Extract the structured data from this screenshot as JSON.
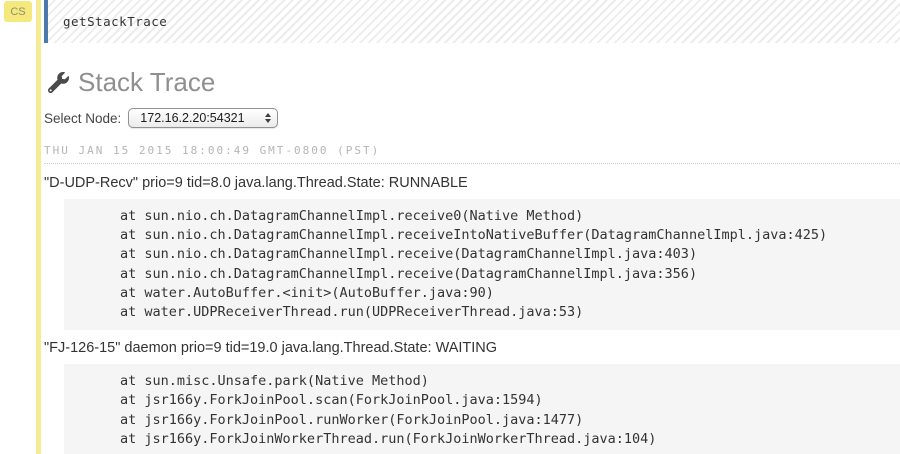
{
  "cell": {
    "badge": "CS",
    "input": "getStackTrace"
  },
  "header": {
    "title": "Stack Trace",
    "icon": "wrench-icon"
  },
  "node_selector": {
    "label": "Select Node:",
    "selected_option": "172.16.2.20:54321"
  },
  "timestamp": "THU JAN 15 2015 18:00:49 GMT-0800 (PST)",
  "threads": [
    {
      "header": "\"D-UDP-Recv\" prio=9 tid=8.0 java.lang.Thread.State: RUNNABLE",
      "frames": [
        "at sun.nio.ch.DatagramChannelImpl.receive0(Native Method)",
        "at sun.nio.ch.DatagramChannelImpl.receiveIntoNativeBuffer(DatagramChannelImpl.java:425)",
        "at sun.nio.ch.DatagramChannelImpl.receive(DatagramChannelImpl.java:403)",
        "at sun.nio.ch.DatagramChannelImpl.receive(DatagramChannelImpl.java:356)",
        "at water.AutoBuffer.<init>(AutoBuffer.java:90)",
        "at water.UDPReceiverThread.run(UDPReceiverThread.java:53)"
      ]
    },
    {
      "header": "\"FJ-126-15\" daemon prio=9 tid=19.0 java.lang.Thread.State: WAITING",
      "frames": [
        "at sun.misc.Unsafe.park(Native Method)",
        "at jsr166y.ForkJoinPool.scan(ForkJoinPool.java:1594)",
        "at jsr166y.ForkJoinPool.runWorker(ForkJoinPool.java:1477)",
        "at jsr166y.ForkJoinWorkerThread.run(ForkJoinWorkerThread.java:104)"
      ]
    }
  ],
  "colors": {
    "gutter_yellow": "#f7ec96",
    "badge_yellow": "#f5e87d",
    "cell_accent_blue": "#4d7aad",
    "code_background": "#f5f5f5",
    "heading_gray": "#8f8f8f",
    "timestamp_gray": "#b5b5b5"
  }
}
